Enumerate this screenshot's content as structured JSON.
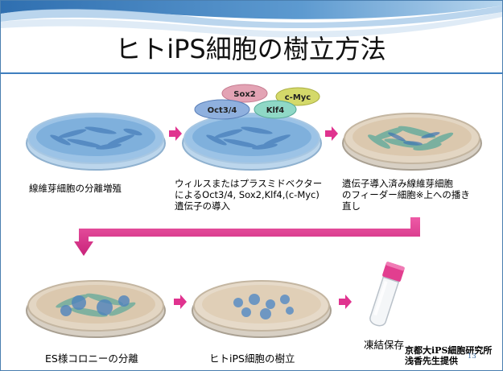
{
  "slide": {
    "title": "ヒトiPS細胞の樹立方法",
    "page_number": "13",
    "credit_line1": "京都大iPS細胞研究所",
    "credit_line2": "浅香先生提供"
  },
  "steps": [
    {
      "label": "線維芽細胞の分離増殖"
    },
    {
      "label_lines": [
        "ウィルスまたはプラスミドベクター",
        "によるOct3/4, Sox2,Klf4,(c-Myc)",
        "遺伝子の導入"
      ]
    },
    {
      "label_lines": [
        "遺伝子導入済み線維芽細胞",
        "のフィーダー細胞※上への播き",
        "直し"
      ]
    },
    {
      "label": "ES様コロニーの分離"
    },
    {
      "label": "ヒトiPS細胞の樹立"
    },
    {
      "label": "凍結保存"
    }
  ],
  "factors": [
    "Sox2",
    "c-Myc",
    "Oct3/4",
    "Klf4"
  ],
  "colors": {
    "header_blue": "#3f7fbf",
    "header_light": "#cfe3f3",
    "arrow_pink": "#e0338f",
    "factor_sox2": "#d98aa0",
    "factor_cmyc": "#c9d15a",
    "factor_oct": "#7aa0d6",
    "factor_klf4": "#7fcfc0"
  }
}
